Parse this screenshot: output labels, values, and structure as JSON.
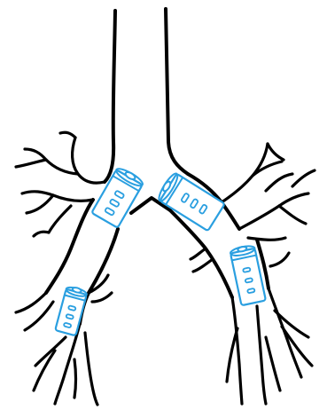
{
  "diagram": {
    "subject": "airway-stents",
    "colors": {
      "outline": "#000000",
      "stent": "#2a9fe0",
      "background": "#ffffff"
    },
    "stents": [
      {
        "id": "stent-upper-left"
      },
      {
        "id": "stent-upper-right"
      },
      {
        "id": "stent-lower-left"
      },
      {
        "id": "stent-lower-right"
      }
    ]
  }
}
